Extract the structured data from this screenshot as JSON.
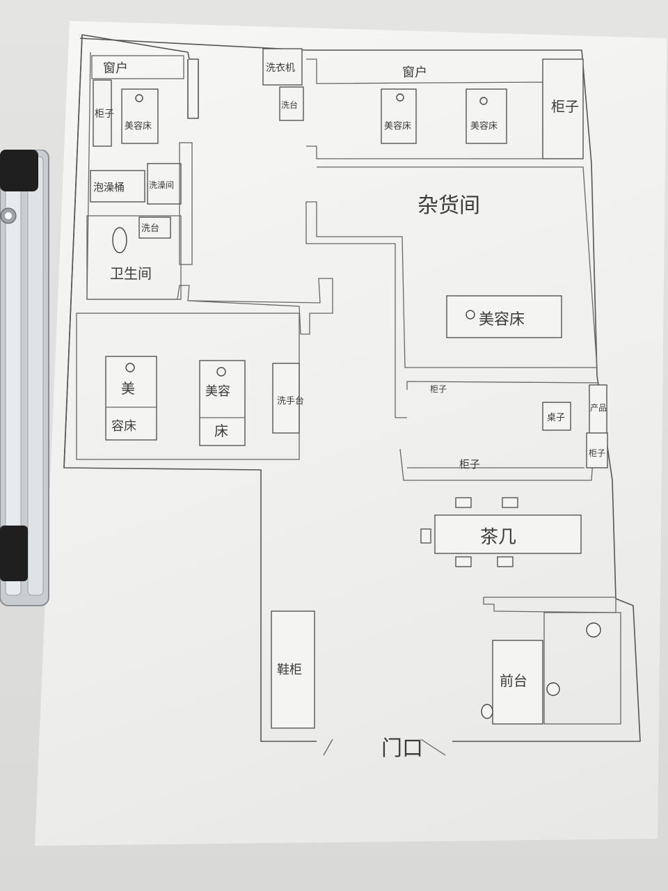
{
  "labels": {
    "window_left": "窗户",
    "window_right": "窗户",
    "washer": "洗衣机",
    "wash_small": "洗台",
    "cabinet_left": "柜子",
    "cabinet_right": "柜子",
    "bed_tl": "美容床",
    "bed_tr1": "美容床",
    "bed_tr2": "美容床",
    "bath_tub": "泡澡桶",
    "shower": "洗澡间",
    "wash_toilet": "洗台",
    "toilet_room": "卫生间",
    "storeroom": "杂货间",
    "bed_store": "美容床",
    "bed_lower1_top": "美",
    "bed_lower1_bot": "容床",
    "bed_lower2_top": "美容",
    "bed_lower2_bot": "床",
    "wash_basin": "洗手台",
    "cabinet_mid": "柜子",
    "table_small": "桌子",
    "product": "产品",
    "cabinet_side": "柜子",
    "cabinet_long": "柜子",
    "tea_table": "茶几",
    "shoe_cabinet": "鞋柜",
    "front_desk": "前台",
    "door": "门口"
  }
}
